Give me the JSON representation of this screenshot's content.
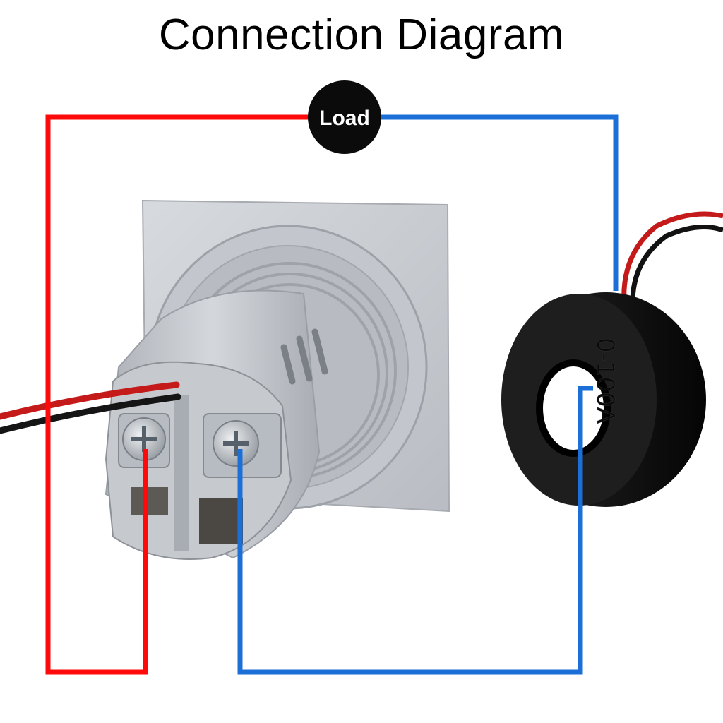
{
  "title": "Connection Diagram",
  "load": {
    "label": "Load"
  },
  "current_transformer": {
    "rating": "0-100A"
  },
  "colors": {
    "live_wire": "#ff0a0a",
    "neutral_wire": "#1d6fd8",
    "load_circle": "#0b0b0b",
    "meter_body": "#c9ccd2",
    "ct_body": "#141414"
  }
}
